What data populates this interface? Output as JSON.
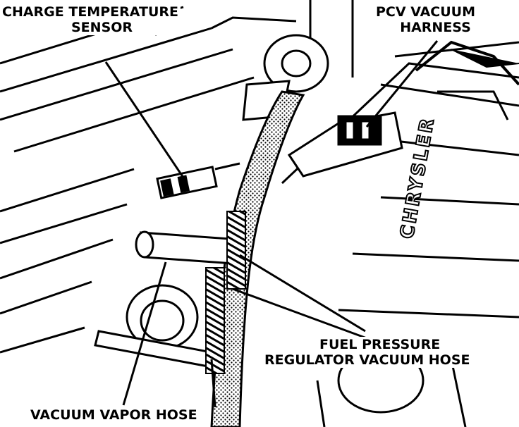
{
  "labels": {
    "charge_temp_line1": "CHARGE TEMPERATURE",
    "charge_temp_line2": "SENSOR",
    "pcv_line1": "PCV VACUUM",
    "pcv_line2": "HARNESS",
    "fuel_line1": "FUEL PRESSURE",
    "fuel_line2": "REGULATOR VACUUM HOSE",
    "vacuum_vapor": "VACUUM VAPOR HOSE"
  },
  "engine_brand": "CHRYSLER"
}
